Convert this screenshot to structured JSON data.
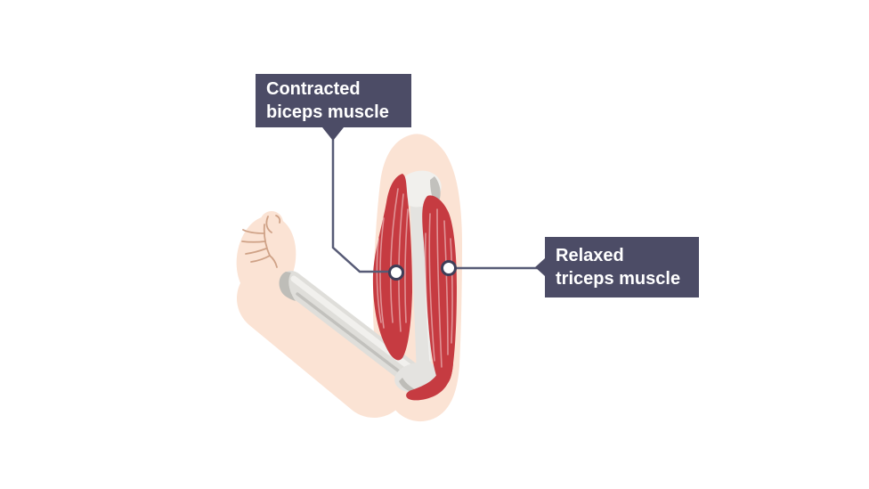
{
  "diagram": {
    "subject": "arm-muscle-pair-antagonistic",
    "labels": {
      "biceps": {
        "line1": "Contracted",
        "line2": "biceps muscle"
      },
      "triceps": {
        "line1": "Relaxed",
        "line2": "triceps muscle"
      }
    }
  },
  "colors": {
    "label_bg": "#4C4C66",
    "label_text": "#FFFFFF",
    "connector": "#575B76",
    "circle_border": "#3E3E58",
    "circle_fill": "#FFFFFF",
    "muscle_red": "#C63B41",
    "skin": "#FBE3D4",
    "skin_line": "#CFA287",
    "bone_light": "#F1F0ED",
    "bone_mid": "#E4E3E0",
    "bone_band": "#DFDEDA",
    "bone_dark": "#C2C1BD",
    "bone_shadow": "#BEBDB8",
    "background": "#FFFFFF"
  }
}
